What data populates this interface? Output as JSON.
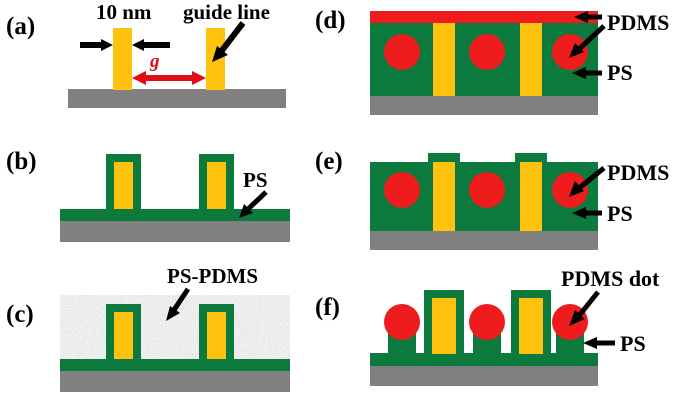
{
  "figure": {
    "type": "process-flow-schematic",
    "description": "Six-step cross-sectional schematic of PS-PDMS block copolymer directed self-assembly on chemical guide lines",
    "colors": {
      "guide_line_yellow": "#FFC20E",
      "ps_green": "#0B7A3C",
      "pdms_red": "#EE1C1C",
      "substrate_gray": "#808080",
      "ps_pdms_speckle": "#BFBFBF",
      "background": "#FFFFFF",
      "annotation_black": "#000000",
      "annotation_red": "#E00D16"
    },
    "panels": [
      {
        "id": "a",
        "label": "(a)",
        "caption_labels": [
          "10 nm",
          "guide line",
          "g"
        ],
        "materials": [
          "guide line",
          "substrate"
        ],
        "step": "Patterned guide lines on substrate"
      },
      {
        "id": "b",
        "label": "(b)",
        "caption_labels": [
          "PS"
        ],
        "materials": [
          "PS",
          "guide line",
          "substrate"
        ],
        "step": "PS brush layer coating"
      },
      {
        "id": "c",
        "label": "(c)",
        "caption_labels": [
          "PS-PDMS"
        ],
        "materials": [
          "PS-PDMS",
          "PS",
          "guide line",
          "substrate"
        ],
        "step": "PS-PDMS block copolymer film deposition"
      },
      {
        "id": "d",
        "label": "(d)",
        "caption_labels": [
          "PDMS",
          "PS"
        ],
        "materials": [
          "PDMS",
          "PS",
          "guide line",
          "substrate"
        ],
        "step": "Self-assembly: PDMS surface layer and PDMS dots in PS matrix"
      },
      {
        "id": "e",
        "label": "(e)",
        "caption_labels": [
          "PDMS",
          "PS"
        ],
        "materials": [
          "PDMS",
          "PS",
          "guide line",
          "substrate"
        ],
        "step": "Removal of PDMS surface layer"
      },
      {
        "id": "f",
        "label": "(f)",
        "caption_labels": [
          "PDMS dot",
          "PS"
        ],
        "materials": [
          "PDMS dot",
          "PS",
          "guide line",
          "substrate"
        ],
        "step": "PS etch revealing PDMS dots"
      }
    ],
    "labels": {
      "a": "(a)",
      "b": "(b)",
      "c": "(c)",
      "d": "(d)",
      "e": "(e)",
      "f": "(f)"
    },
    "annotations": {
      "ten_nm": "10 nm",
      "guide_line": "guide line",
      "gap_g": "g",
      "ps_b": "PS",
      "ps_pdms": "PS-PDMS",
      "pdms_d": "PDMS",
      "ps_d": "PS",
      "pdms_e": "PDMS",
      "ps_e": "PS",
      "pdms_dot_f": "PDMS dot",
      "ps_f": "PS"
    }
  }
}
